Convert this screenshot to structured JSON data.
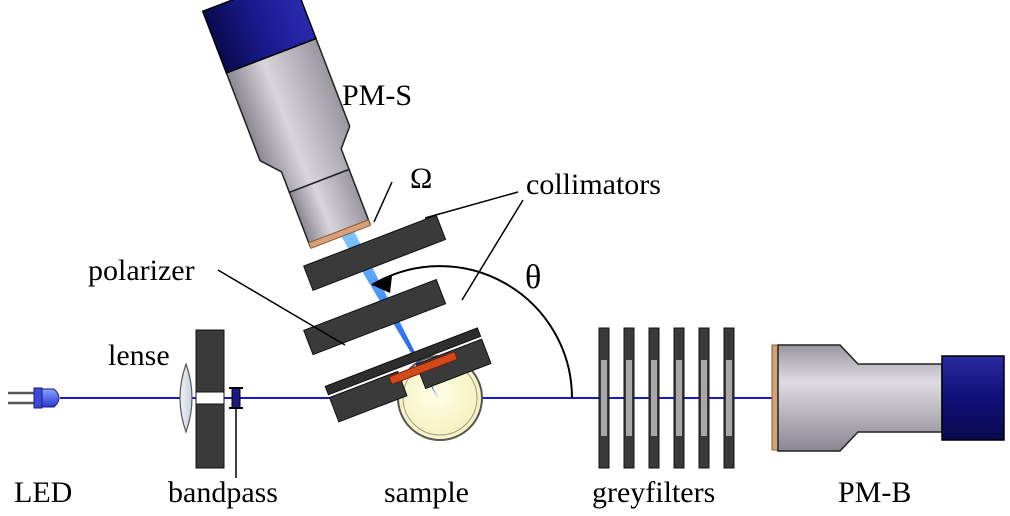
{
  "labels": {
    "led": "LED",
    "bandpass": "bandpass",
    "sample": "sample",
    "greyfilters": "greyfilters",
    "pmb": "PM-B",
    "pms": "PM-S",
    "omega": "Ω",
    "collimators": "collimators",
    "polarizer": "polarizer",
    "theta": "θ",
    "lense": "lense"
  },
  "colors": {
    "beam": "#1a1acc",
    "pm_body": "#b4b0b8",
    "pm_cap": "#12127a",
    "collimator": "#3a3a3a",
    "photocathode": "#d6a07a",
    "sample_fill": "#fbfbd0",
    "polarizer_strip": "#d24a1a",
    "filter_slot": "#a8a8a8"
  }
}
